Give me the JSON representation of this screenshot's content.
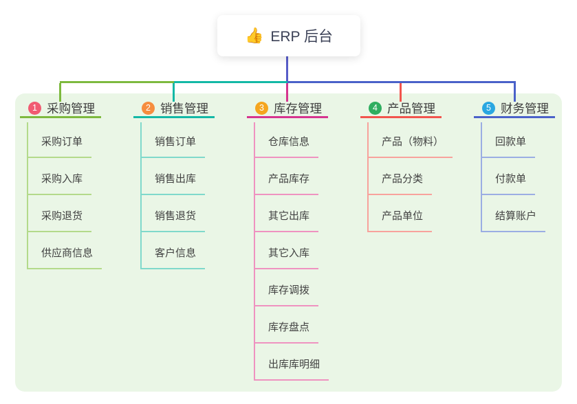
{
  "root": {
    "icon": "👍",
    "label": "ERP 后台"
  },
  "colors": {
    "panel_background": "#eaf6e6",
    "root_stem": "#575cc8",
    "text_dark": "#3d3d3d"
  },
  "branches": [
    {
      "badge": "1",
      "badge_color": "#f15b72",
      "line_color": "#7db93e",
      "child_line_color": "#b3da8a",
      "label": "采购管理",
      "children": [
        "采购订单",
        "采购入库",
        "采购退货",
        "供应商信息"
      ]
    },
    {
      "badge": "2",
      "badge_color": "#f68d3f",
      "line_color": "#13b8a6",
      "child_line_color": "#7fd9cb",
      "label": "销售管理",
      "children": [
        "销售订单",
        "销售出库",
        "销售退货",
        "客户信息"
      ]
    },
    {
      "badge": "3",
      "badge_color": "#f5a51f",
      "line_color": "#d6348f",
      "child_line_color": "#ef92c0",
      "label": "库存管理",
      "children": [
        "仓库信息",
        "产品库存",
        "其它出库",
        "其它入库",
        "库存调拨",
        "库存盘点",
        "出库库明细"
      ]
    },
    {
      "badge": "4",
      "badge_color": "#2fae60",
      "line_color": "#f2544d",
      "child_line_color": "#f8a29c",
      "label": "产品管理",
      "children": [
        "产品（物料）",
        "产品分类",
        "产品单位"
      ]
    },
    {
      "badge": "5",
      "badge_color": "#2aa7e1",
      "line_color": "#4a61c9",
      "child_line_color": "#9bade3",
      "label": "财务管理",
      "children": [
        "回款单",
        "付款单",
        "结算账户"
      ]
    }
  ]
}
